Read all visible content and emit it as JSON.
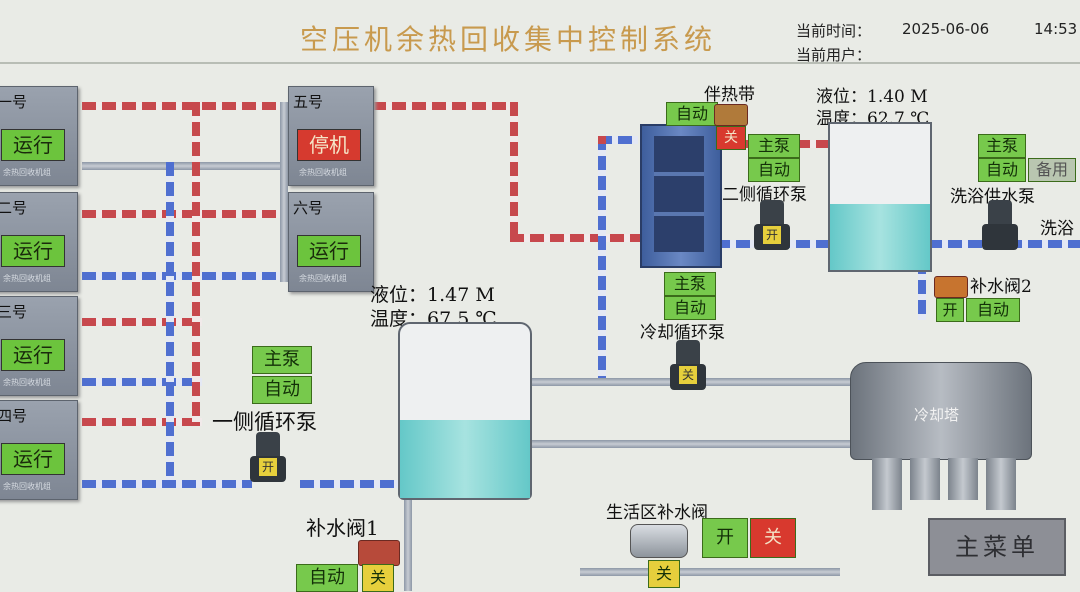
{
  "header": {
    "title": "空压机余热回收集中控制系统",
    "time_label": "当前时间：",
    "time_value": "2025-06-06",
    "time_clock": "14:53",
    "user_label": "当前用户："
  },
  "units": [
    {
      "name": "一号",
      "status": "运行",
      "sub": "余热回收机组"
    },
    {
      "name": "二号",
      "status": "运行",
      "sub": "余热回收机组"
    },
    {
      "name": "三号",
      "status": "运行",
      "sub": "余热回收机组"
    },
    {
      "name": "四号",
      "status": "运行",
      "sub": "余热回收机组"
    },
    {
      "name": "五号",
      "status": "停机",
      "sub": "余热回收机组"
    },
    {
      "name": "六号",
      "status": "运行",
      "sub": "余热回收机组"
    }
  ],
  "tank_main": {
    "level_label": "液位：",
    "level_value": "1.47 M",
    "temp_label": "温度：",
    "temp_value": "67.5 ℃",
    "level_fraction": 0.45
  },
  "tank_top": {
    "level_label": "液位：",
    "level_value": "1.40 M",
    "temp_label": "温度：",
    "temp_value": "62.7 ℃",
    "level_fraction": 0.45
  },
  "labels": {
    "heat_tape": "伴热带",
    "pump_side1": "一侧循环泵",
    "pump_side2": "二侧循环泵",
    "pump_cooling": "冷却循环泵",
    "pump_bath": "洗浴供水泵",
    "bath": "洗浴",
    "valve1": "补水阀1",
    "valve2": "补水阀2",
    "living_valve": "生活区补水阀",
    "cooling_tower": "冷却塔",
    "main_btn": "主菜单"
  },
  "controls": {
    "main": "主泵",
    "auto": "自动",
    "open": "开",
    "close": "关",
    "standby": "备用"
  }
}
